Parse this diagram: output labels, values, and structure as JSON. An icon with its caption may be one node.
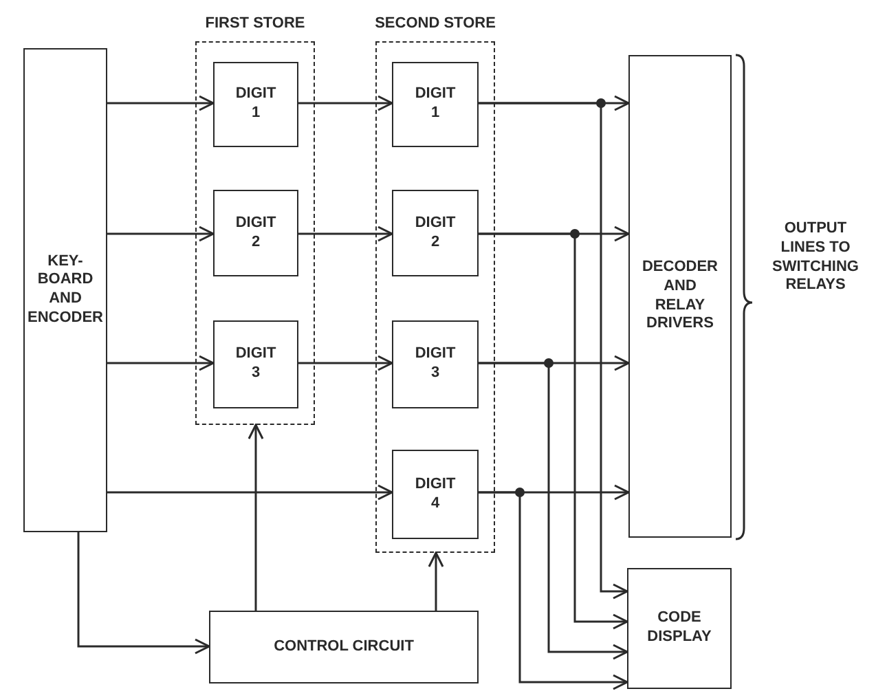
{
  "diagram": {
    "nodes": [
      {
        "text": [
          "KEY- BOARD AND ENCODER"
        ]
      },
      {
        "text": [
          "FIRST STORE"
        ]
      },
      {
        "text": [
          "DIGIT 1"
        ],
        "in": 1
      },
      {
        "text": [
          "DIGIT 2"
        ],
        "in": 1
      },
      {
        "text": [
          "DIGIT 3"
        ],
        "in": 1
      },
      {
        "text": [
          "SECOND STORE"
        ]
      },
      {
        "text": [
          "DIGIT 1"
        ],
        "in": 5
      },
      {
        "text": [
          "DIGIT 2"
        ],
        "in": 5
      },
      {
        "text": [
          "DIGIT 3"
        ],
        "in": 5
      },
      {
        "text": [
          "DIGIT 4"
        ],
        "in": 5
      },
      {
        "text": [
          "DECODER AND RELAY DRIVERS"
        ]
      },
      {
        "text": [
          "CONTROL CIRCUIT"
        ]
      },
      {
        "text": [
          "CODE DISPLAY"
        ]
      }
    ],
    "edges": [
      {
        "from": 0,
        "to": 2,
        "arrow": "to"
      },
      {
        "from": 0,
        "to": 3,
        "arrow": "to"
      },
      {
        "from": 0,
        "to": 4,
        "arrow": "to"
      },
      {
        "from": 0,
        "to": 9,
        "arrow": "to"
      },
      {
        "from": 2,
        "to": 6,
        "arrow": "to"
      },
      {
        "from": 3,
        "to": 7,
        "arrow": "to"
      },
      {
        "from": 4,
        "to": 8,
        "arrow": "to"
      },
      {
        "from": 6,
        "to": 10,
        "arrow": "to"
      },
      {
        "from": 6,
        "to": 12,
        "arrow": "to"
      },
      {
        "from": 7,
        "to": 10,
        "arrow": "to"
      },
      {
        "from": 7,
        "to": 12,
        "arrow": "to"
      },
      {
        "from": 8,
        "to": 10,
        "arrow": "to"
      },
      {
        "from": 8,
        "to": 12,
        "arrow": "to"
      },
      {
        "from": 9,
        "to": 10,
        "arrow": "to"
      },
      {
        "from": 9,
        "to": 12,
        "arrow": "to"
      },
      {
        "from": 0,
        "to": 11,
        "arrow": "to"
      },
      {
        "from": 11,
        "to": 1,
        "arrow": "to"
      },
      {
        "from": 11,
        "to": 5,
        "arrow": "to"
      }
    ],
    "labels": [
      "OUTPUT LINES TO SWITCHING RELAYS"
    ]
  }
}
